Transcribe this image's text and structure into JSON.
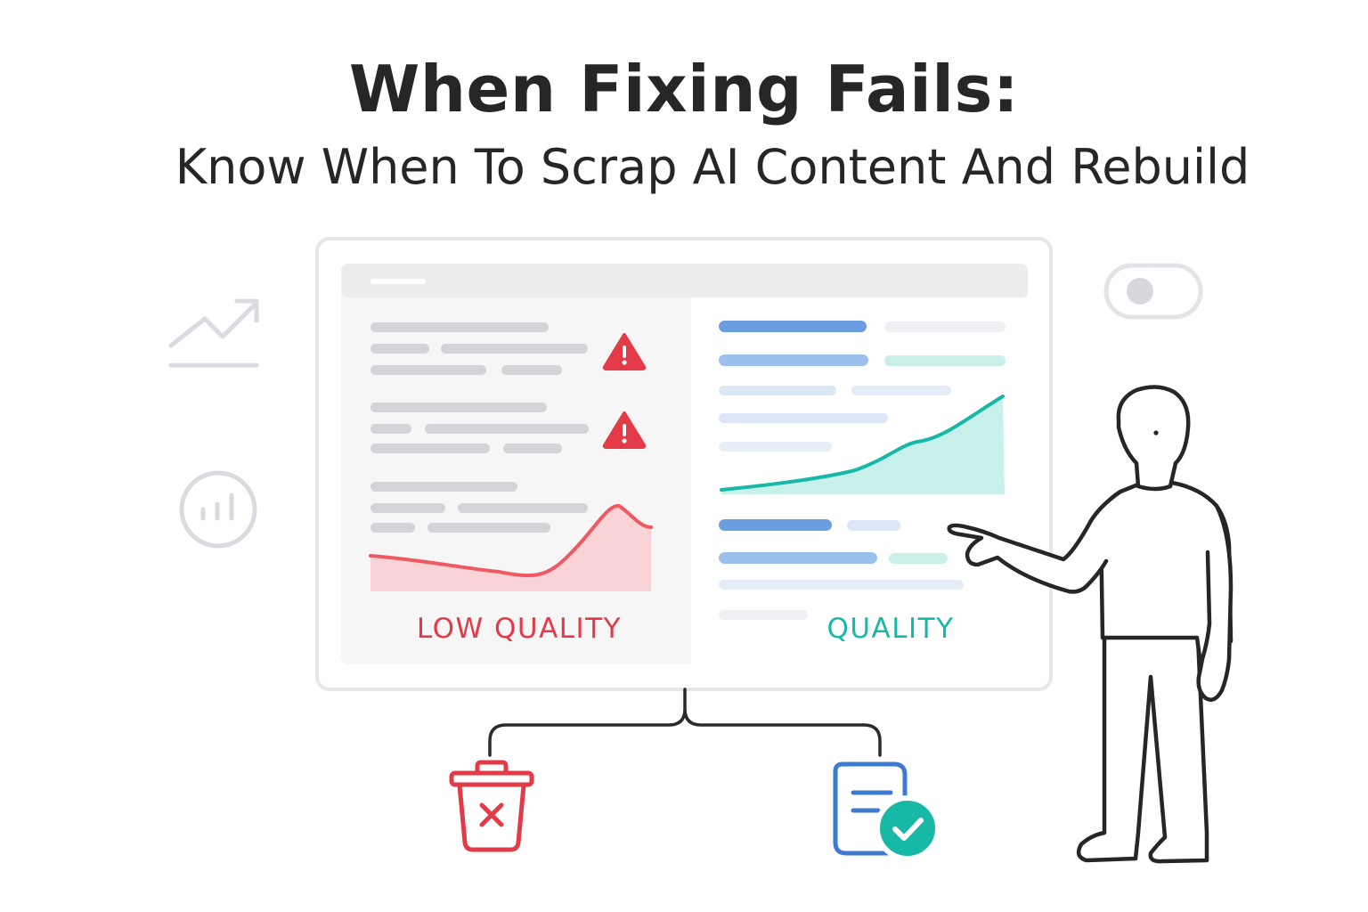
{
  "header": {
    "title": "When Fixing Fails:",
    "subtitle": "Know When To Scrap AI Content And Rebuild"
  },
  "panels": {
    "left": {
      "label": "LOW QUALITY",
      "color": "#e23a47"
    },
    "right": {
      "label": "QUALITY",
      "color": "#17b8a6"
    }
  },
  "icons": {
    "warning": "warning-triangle-icon",
    "trend": "trend-up-icon",
    "analytics": "bar-chart-circle-icon",
    "toggle": "toggle-switch-icon",
    "trash": "trash-x-icon",
    "doc_check": "document-check-icon",
    "person": "presenter-figure"
  },
  "colors": {
    "bad": "#e23a47",
    "good": "#17b8a6",
    "blue": "#6a9ee0",
    "line": "#262626"
  }
}
